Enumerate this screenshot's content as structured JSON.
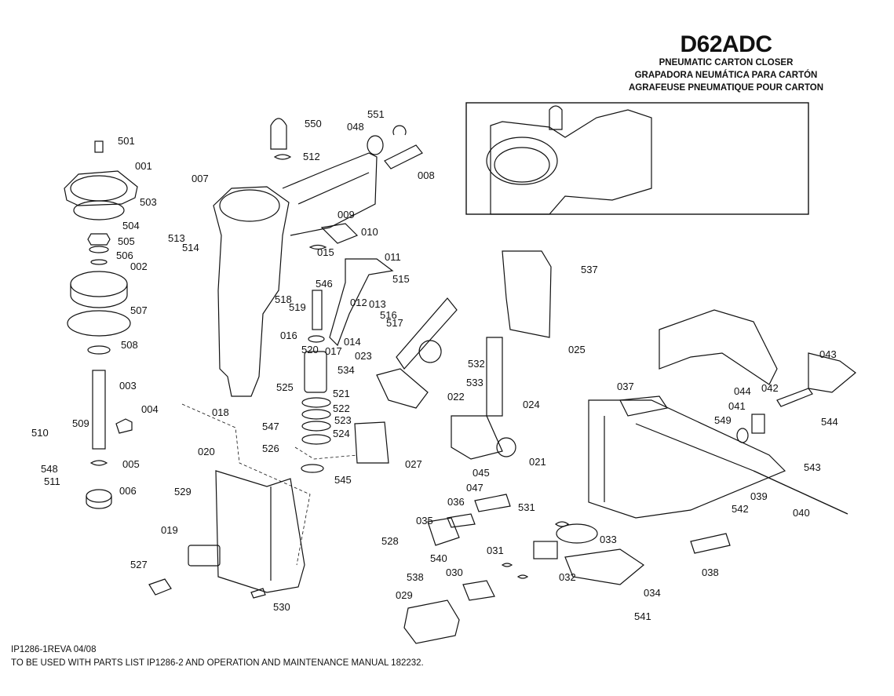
{
  "header": {
    "model": "D62ADC",
    "title_en": "PNEUMATIC CARTON CLOSER",
    "title_es": "GRAPADORA NEUMÁTICA PARA CARTÓN",
    "title_fr": "AGRAFEUSE PNEUMATIQUE POUR CARTON"
  },
  "footer": {
    "doc_ref": "IP1286-1REVA 04/08",
    "note": "TO BE USED WITH PARTS LIST IP1286-2 AND OPERATION AND MAINTENANCE MANUAL 182232."
  },
  "part_labels": [
    "501",
    "001",
    "503",
    "504",
    "505",
    "506",
    "002",
    "507",
    "508",
    "003",
    "004",
    "509",
    "510",
    "548",
    "511",
    "005",
    "006",
    "550",
    "512",
    "007",
    "513",
    "514",
    "009",
    "010",
    "015",
    "011",
    "546",
    "515",
    "518",
    "519",
    "012",
    "013",
    "516",
    "517",
    "016",
    "520",
    "014",
    "017",
    "048",
    "551",
    "008",
    "523",
    "521",
    "522",
    "524",
    "525",
    "018",
    "547",
    "526",
    "027",
    "545",
    "020",
    "529",
    "019",
    "527",
    "530",
    "537",
    "025",
    "023",
    "534",
    "532",
    "533",
    "022",
    "024",
    "045",
    "021",
    "043",
    "044",
    "037",
    "042",
    "041",
    "549",
    "544",
    "039",
    "543",
    "040",
    "542",
    "038",
    "047",
    "531",
    "036",
    "035",
    "528",
    "540",
    "033",
    "031",
    "032",
    "030",
    "538",
    "029",
    "034",
    "541"
  ]
}
